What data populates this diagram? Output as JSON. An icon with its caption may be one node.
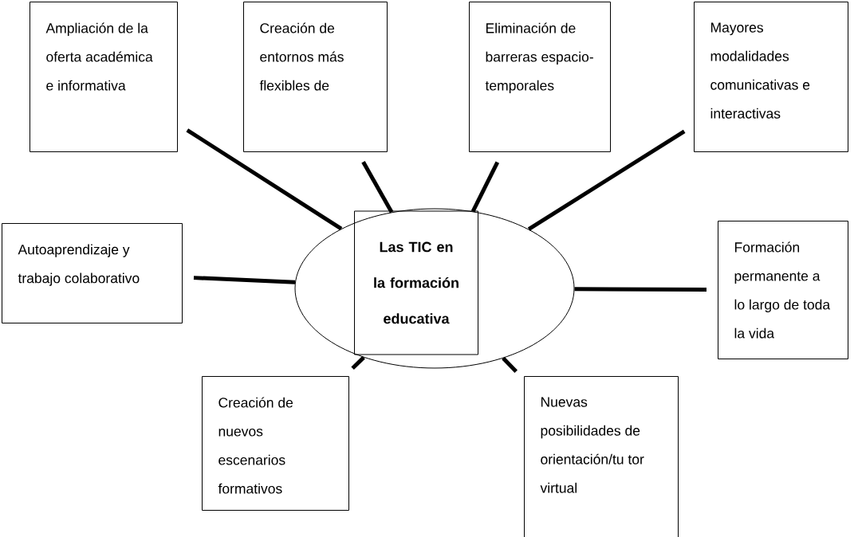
{
  "diagram": {
    "nodes": [
      {
        "text": [],
        "shape": "ellipse"
      },
      {
        "text": [
          "Las TIC en la formación educativa"
        ],
        "in": 0
      },
      {
        "text": [
          "Ampliación de la oferta académica e informativa"
        ]
      },
      {
        "text": [
          "Creación de entornos más flexibles de"
        ]
      },
      {
        "text": [
          "Eliminación de barreras espacio-temporales"
        ]
      },
      {
        "text": [
          "Mayores modalidades comunicativas e interactivas"
        ]
      },
      {
        "text": [
          "Autoaprendizaje y trabajo colaborativo"
        ]
      },
      {
        "text": [
          "Formación permanente a lo largo de toda la vida"
        ]
      },
      {
        "text": [
          "Creación de nuevos escenarios formativos"
        ]
      },
      {
        "text": [
          "Nuevas posibilidades de orientación/tu tor virtual"
        ]
      }
    ],
    "edges": [
      {
        "from": 2,
        "to": 0,
        "arrow": "none"
      },
      {
        "from": 3,
        "to": 0,
        "arrow": "none"
      },
      {
        "from": 4,
        "to": 0,
        "arrow": "none"
      },
      {
        "from": 5,
        "to": 0,
        "arrow": "none"
      },
      {
        "from": 6,
        "to": 0,
        "arrow": "none"
      },
      {
        "from": 7,
        "to": 0,
        "arrow": "none"
      },
      {
        "from": 8,
        "to": 0,
        "arrow": "none"
      },
      {
        "from": 9,
        "to": 0,
        "arrow": "none"
      }
    ]
  }
}
